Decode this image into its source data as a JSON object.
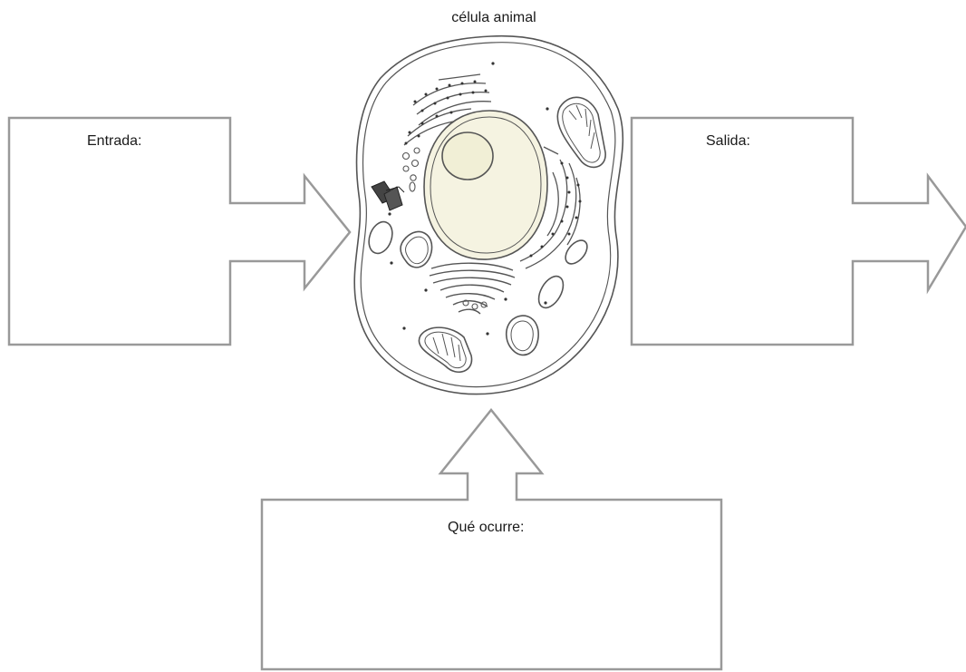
{
  "title": "célula animal",
  "boxes": {
    "input_label": "Entrada:",
    "output_label": "Salida:",
    "process_label": "Qué ocurre:"
  },
  "colors": {
    "arrow_stroke": "#999999",
    "cell_stroke": "#555555",
    "nucleus_fill": "#f5f3e1",
    "background": "#ffffff"
  }
}
